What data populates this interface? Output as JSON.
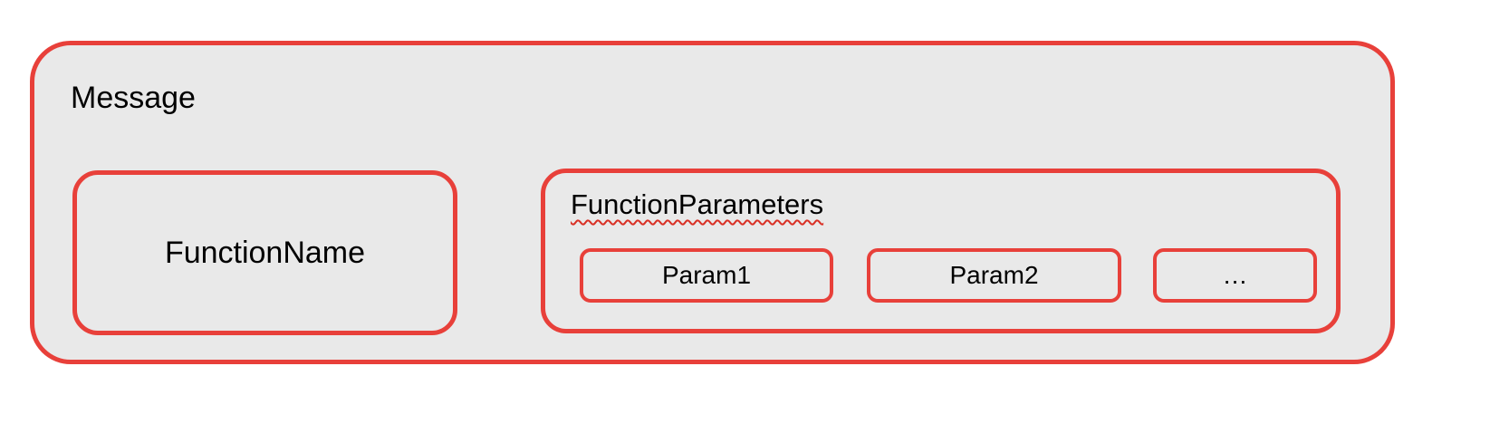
{
  "colors": {
    "border": "#e8403a",
    "fill": "#e9e9e9",
    "squiggle": "#d93025",
    "text": "#000000"
  },
  "diagram": {
    "message_label": "Message",
    "function_name_label": "FunctionName",
    "function_parameters_label": "FunctionParameters",
    "params": [
      {
        "label": "Param1"
      },
      {
        "label": "Param2"
      },
      {
        "label": "…"
      }
    ]
  }
}
